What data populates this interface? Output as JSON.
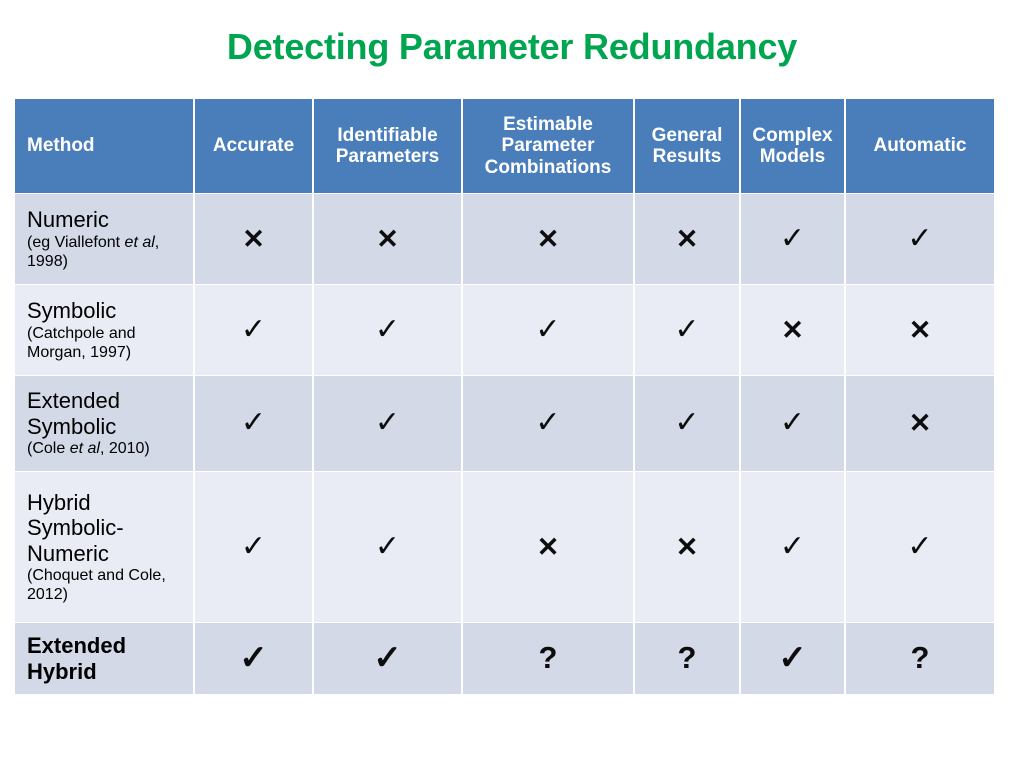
{
  "slide": {
    "title": "Detecting Parameter Redundancy",
    "title_color": "#00a550"
  },
  "table": {
    "header_bg": "#4a7ebb",
    "header_text_color": "#ffffff",
    "row_band_dark": "#d3d9e7",
    "row_band_light": "#e9ecf4",
    "columns": [
      {
        "key": "method",
        "label": "Method"
      },
      {
        "key": "accurate",
        "label": "Accurate"
      },
      {
        "key": "ident",
        "label": "Identifiable Parameters"
      },
      {
        "key": "estim",
        "label": "Estimable Parameter Combinations"
      },
      {
        "key": "general",
        "label": "General Results"
      },
      {
        "key": "complex",
        "label": "Complex Models"
      },
      {
        "key": "auto",
        "label": "Automatic"
      }
    ],
    "header_lines": {
      "method": [
        "Method"
      ],
      "accurate": [
        "Accurate"
      ],
      "ident": [
        "Identifiable",
        "Parameters"
      ],
      "estim": [
        "Estimable",
        "Parameter",
        "Combinations"
      ],
      "general": [
        "General",
        "Results"
      ],
      "complex": [
        "Complex",
        "Models"
      ],
      "auto": [
        "Automatic"
      ]
    },
    "rows": [
      {
        "method_name": "Numeric",
        "citation_pre": "(eg Viallefont ",
        "citation_italic": "et al",
        "citation_post": ", 1998)",
        "bold": false,
        "accurate": "✕",
        "ident": "✕",
        "estim": "✕",
        "general": "✕",
        "complex": "✓",
        "auto": "✓"
      },
      {
        "method_name": "Symbolic",
        "citation_pre": "(Catchpole and Morgan, 1997)",
        "citation_italic": "",
        "citation_post": "",
        "bold": false,
        "accurate": "✓",
        "ident": "✓",
        "estim": "✓",
        "general": "✓",
        "complex": "✕",
        "auto": "✕"
      },
      {
        "method_name": "Extended Symbolic",
        "citation_pre": "(Cole ",
        "citation_italic": "et al",
        "citation_post": ", 2010)",
        "bold": false,
        "accurate": "✓",
        "ident": "✓",
        "estim": "✓",
        "general": "✓",
        "complex": "✓",
        "auto": "✕"
      },
      {
        "method_name": "Hybrid Symbolic-Numeric",
        "citation_pre": "(Choquet and Cole, 2012)",
        "citation_italic": "",
        "citation_post": "",
        "bold": false,
        "accurate": "✓",
        "ident": "✓",
        "estim": "✕",
        "general": "✕",
        "complex": "✓",
        "auto": "✓"
      },
      {
        "method_name": "Extended Hybrid",
        "citation_pre": "",
        "citation_italic": "",
        "citation_post": "",
        "bold": true,
        "accurate": "✓",
        "ident": "✓",
        "estim": "?",
        "general": "?",
        "complex": "✓",
        "auto": "?"
      }
    ]
  }
}
